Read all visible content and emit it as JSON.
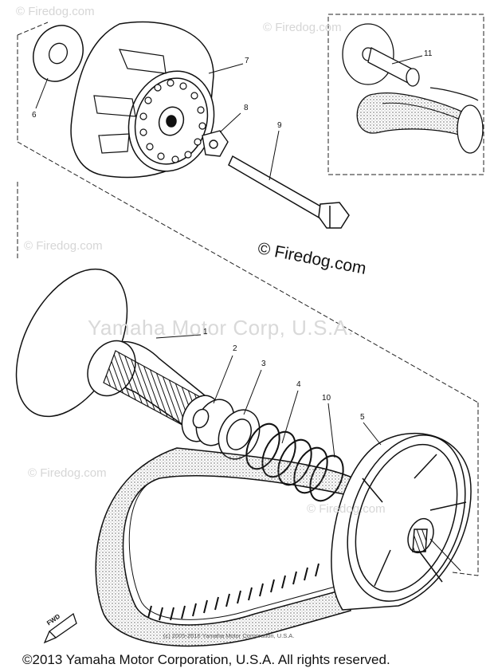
{
  "labels": {
    "firedog_main": "© Firedog.com",
    "watermark_firedog": "© Firedog.com",
    "watermark_yamaha": "Yamaha Motor Corp, U.S.A.",
    "fine_print": "(c) 2005-2016 Yamaha Motor Corporation, U.S.A.",
    "copyright": "©2013 Yamaha Motor Corporation, U.S.A. All rights reserved.",
    "fwd": "FWD"
  },
  "callouts": {
    "c1": "1",
    "c2": "2",
    "c3": "3",
    "c4": "4",
    "c5": "5",
    "c6": "6",
    "c7": "7",
    "c8": "8",
    "c9": "9",
    "c10": "10",
    "c11": "11"
  }
}
